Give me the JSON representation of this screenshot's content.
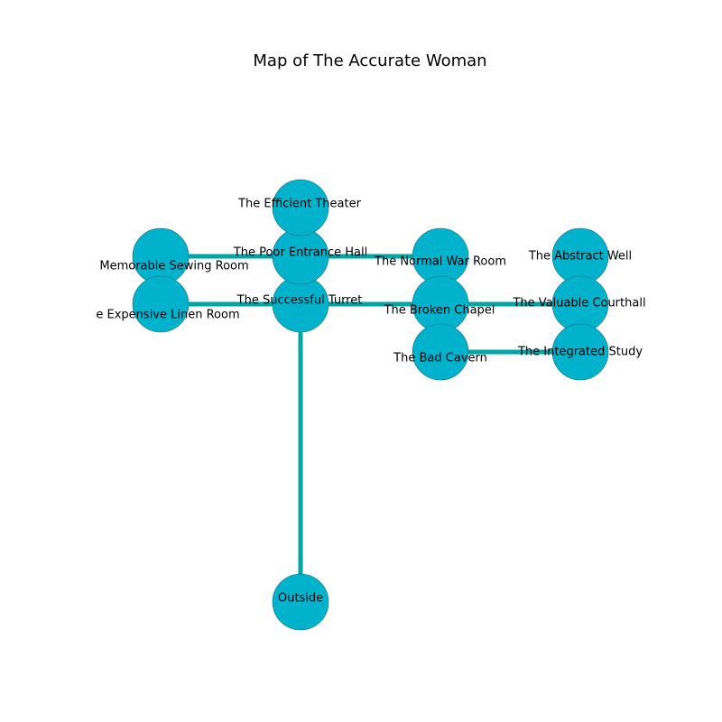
{
  "title": "Map of The Accurate Woman",
  "colors": {
    "node": "#00b2cc",
    "edge": "#00a5a5",
    "node_stroke": "#0e6d80"
  },
  "rooms": {
    "outside": "Outside",
    "turret": "The Successful Turret",
    "entrance": "The Poor Entrance Hall",
    "theater": "The Efficient Theater",
    "sewing": "Memorable Sewing Room",
    "linen": "e Expensive Linen Room",
    "war": "The Normal War Room",
    "chapel": "The Broken Chapel",
    "cavern": "The Bad Cavern",
    "well": "The Abstract Well",
    "courthall": "The Valuable Courthall",
    "study": "The Integrated Study"
  },
  "connections": [
    [
      "outside",
      "turret"
    ],
    [
      "turret",
      "entrance"
    ],
    [
      "turret",
      "linen"
    ],
    [
      "turret",
      "chapel"
    ],
    [
      "entrance",
      "sewing"
    ],
    [
      "entrance",
      "war"
    ],
    [
      "chapel",
      "courthall"
    ],
    [
      "cavern",
      "study"
    ]
  ]
}
